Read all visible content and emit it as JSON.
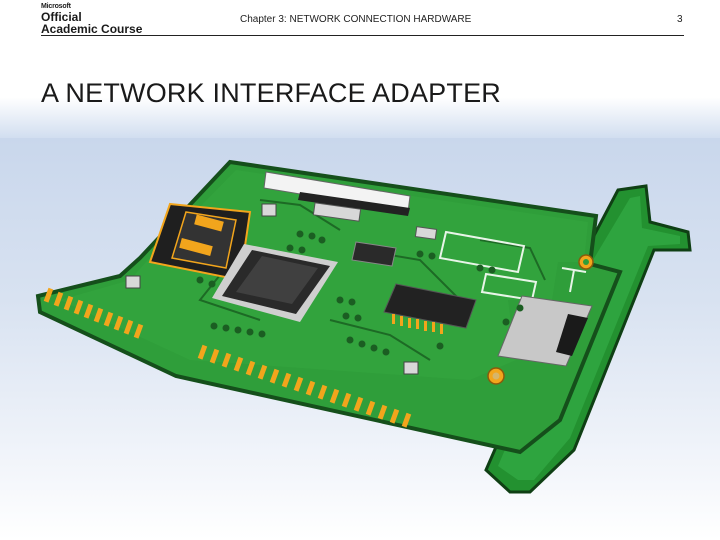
{
  "header": {
    "logo_brand": "Microsoft",
    "logo_line1": "Official",
    "logo_line2": "Academic Course",
    "chapter": "Chapter 3: NETWORK CONNECTION HARDWARE",
    "page_number": "3"
  },
  "slide": {
    "title": "A NETWORK INTERFACE ADAPTER"
  },
  "illustration": {
    "subject": "network-interface-card",
    "colors": {
      "board": "#2f9e3a",
      "board_dark": "#1d6a25",
      "board_edge": "#154f1b",
      "chip": "#2a2a2a",
      "gold": "#f2a51c",
      "silver": "#c8c8c8",
      "bracket": "#239130"
    }
  }
}
